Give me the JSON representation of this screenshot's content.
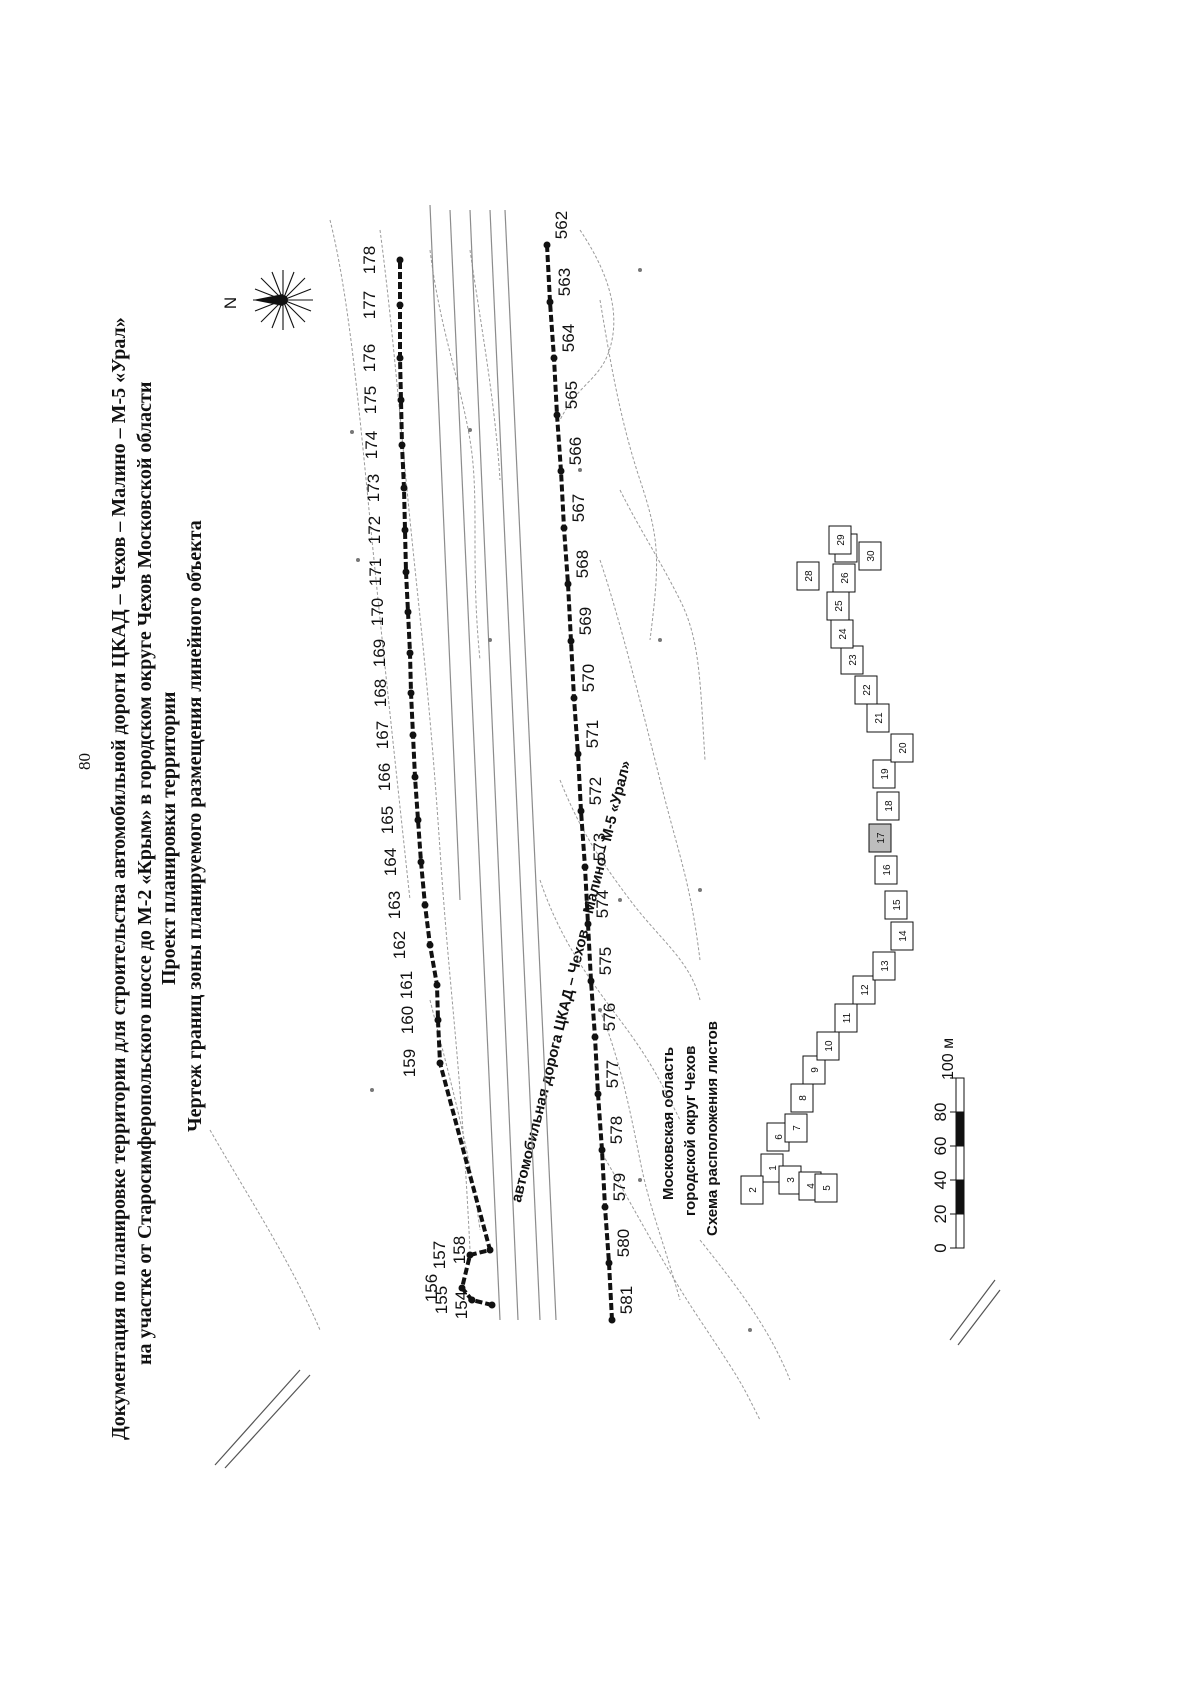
{
  "page": {
    "page_number": "80",
    "title_lines": [
      "Документация по планировке территории для строительства автомобильной дороги ЦКАД – Чехов – Малино – М-5 «Урал»",
      "на участке от Старосимферопольского шоссе до М-2 «Крым» в городском округе Чехов Московской области",
      "Проект планировки территории",
      "Чертеж границ зоны планируемого размещения линейного объекта"
    ]
  },
  "map": {
    "road_labels": [
      "автомобильная дорога ЦКАД – Чехов – Малино – М-5 «Урал»"
    ],
    "compass": {
      "north": "N",
      "icon": "compass-rose-icon"
    },
    "upper_boundary_points": [
      "154",
      "155",
      "156",
      "157",
      "158",
      "159",
      "160",
      "161",
      "162",
      "163",
      "164",
      "165",
      "166",
      "167",
      "168",
      "169",
      "170",
      "171",
      "172",
      "173",
      "174",
      "175",
      "176",
      "177",
      "178"
    ],
    "lower_boundary_points": [
      "562",
      "563",
      "564",
      "565",
      "566",
      "567",
      "568",
      "569",
      "570",
      "571",
      "572",
      "573",
      "574",
      "575",
      "576",
      "577",
      "578",
      "579",
      "580",
      "581"
    ],
    "boundary_color": "#111111"
  },
  "inset": {
    "caption_lines": [
      "Московская область",
      "городской округ Чехов",
      "Схема расположения листов"
    ],
    "sheets": [
      "1",
      "2",
      "3",
      "4",
      "5",
      "6",
      "7",
      "8",
      "9",
      "10",
      "11",
      "12",
      "13",
      "14",
      "15",
      "16",
      "17",
      "18",
      "19",
      "20",
      "21",
      "22",
      "23",
      "24",
      "25",
      "26",
      "27",
      "28",
      "29",
      "30"
    ],
    "current_sheet": "17"
  },
  "scale_bar": {
    "ticks": [
      "0",
      "20",
      "40",
      "60",
      "80",
      "100 м"
    ]
  }
}
